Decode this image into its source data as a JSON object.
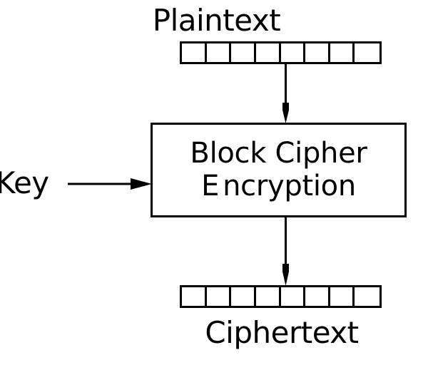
{
  "diagram": {
    "title": "Block Cipher Encryption",
    "colors": {
      "stroke": "#000000",
      "background": "#ffffff"
    },
    "plaintext": {
      "label": "Plaintext",
      "cell_count": 8
    },
    "ciphertext": {
      "label": "Ciphertext",
      "cell_count": 8
    },
    "key": {
      "label": "Key"
    },
    "cipher_box": {
      "line1": "Block Cipher",
      "line2_first": "E",
      "line2_rest": "ncryption"
    },
    "arrows": {
      "plaintext_to_box": "down-arrow-icon",
      "box_to_ciphertext": "down-arrow-icon",
      "key_to_box": "right-arrow-icon"
    }
  }
}
